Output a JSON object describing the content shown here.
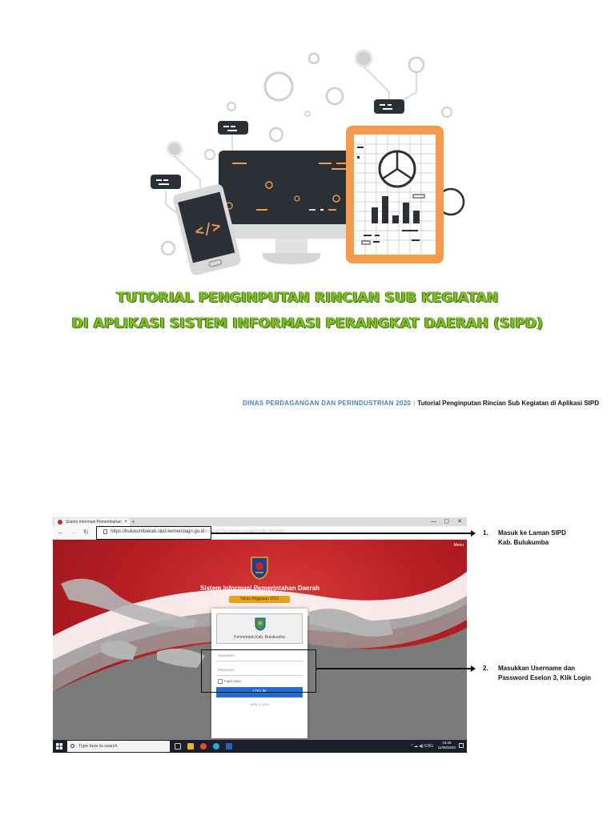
{
  "title": {
    "line1": "TUTORIAL PENGINPUTAN RINCIAN SUB KEGIATAN",
    "line2": "DI APLIKASI SISTEM INFORMASI PERANGKAT DAERAH (SIPD)"
  },
  "header": {
    "department": "DINAS PERDAGANGAN DAN PERINDUSTRIAN 2020",
    "separator": "|",
    "document_title": "Tutorial Penginputan Rincian Sub Kegiatan di Aplikasi SIPD"
  },
  "illustration": {
    "code_glyph": "</>",
    "colors": {
      "dark": "#2b2f36",
      "accent": "#f39a4c",
      "bubble": "#2b2f36",
      "screen_grey": "#d8d8d8"
    }
  },
  "screenshot": {
    "tab_title": "Sistem Informasi Pemerintahan",
    "tab_close": "×",
    "tab_new": "+",
    "window_controls": [
      "—",
      "▢",
      "✕"
    ],
    "url": "https://bulukumbakab.sipd.kemendagri.go.id",
    "url_rest": "/daerah?a=perencanaan/sub-kegiatan",
    "menu": "Menu",
    "system_title": "Sistem Informasi Pemerintahan Daerah",
    "year_badge": "Tahun Anggaran 2021",
    "card_label": "Pemerintah Kab. Bulukumba",
    "username_placeholder": "Username",
    "password_placeholder": "Password",
    "remember": "Ingat saya",
    "login_button": "LOG IN",
    "copyright": "SIPD © 2020",
    "search_placeholder": "Type here to search",
    "tray": "^ ☁ ◀) ENG",
    "time": "10:25",
    "date": "11/08/2020"
  },
  "callouts": [
    {
      "number": "1.",
      "text_line1": "Masuk ke Laman SIPD",
      "text_line2": "Kab. Bulukumba"
    },
    {
      "number": "2.",
      "text_line1": "Masukkan Username dan",
      "text_line2": "Password Eselon 3, Klik Login"
    }
  ]
}
